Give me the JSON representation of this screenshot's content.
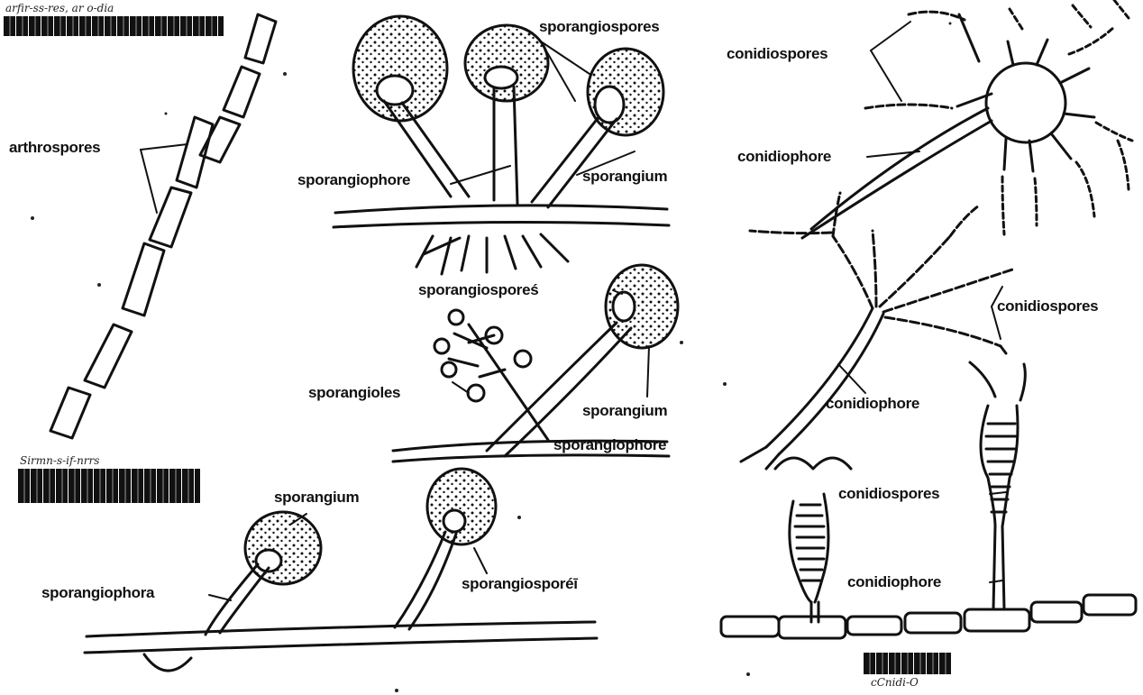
{
  "labels": {
    "arthrospores": "arthrospores",
    "sporangiospores_top": "sporangiospores",
    "sporangiophore_top": "sporangiophore",
    "sporangium_top": "sporangium",
    "conidiospores_top": "conidiospores",
    "conidiophore_top": "conidiophore",
    "sporangiospores_mid": "sporangiosporeś",
    "sporangioles": "sporangioles",
    "sporangium_mid": "sporangium",
    "sporangiophore_mid": "sporangiophore",
    "conidiospores_mid": "conidiospores",
    "conidiophore_mid": "conidiophore",
    "sporangium_bottom": "sporangium",
    "sporangiophore_bottom": "sporangiophora",
    "sporangiospores_bottom": "sporangiosporéī",
    "conidiospores_bottom": "conidiospores",
    "conidiophore_bottom": "conidiophore"
  },
  "smudged": {
    "top_left": "arfir-ss-res, ar o-dia",
    "mid_left": "Sirmn-s-if-nrrs",
    "bottom_right": "cCnidi-O"
  }
}
